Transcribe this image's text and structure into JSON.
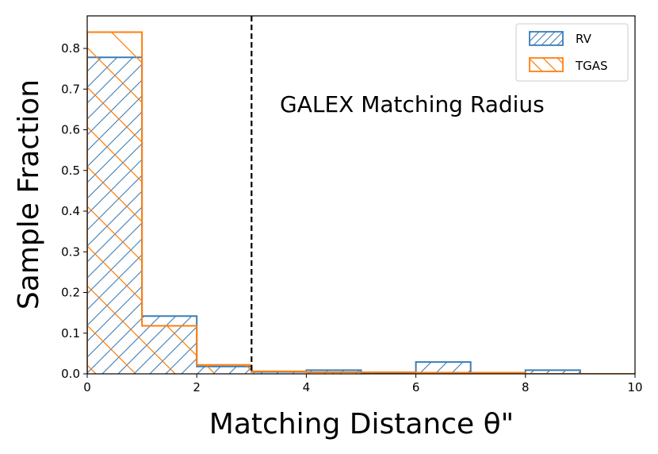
{
  "chart_data": {
    "type": "histogram",
    "xlabel": "Matching Distance θ\"",
    "ylabel": "Sample Fraction",
    "xlim": [
      0,
      10
    ],
    "ylim": [
      0,
      0.88
    ],
    "xticks": [
      "0",
      "2",
      "4",
      "6",
      "8",
      "10"
    ],
    "xtick_values": [
      0,
      2,
      4,
      6,
      8,
      10
    ],
    "yticks": [
      "0.0",
      "0.1",
      "0.2",
      "0.3",
      "0.4",
      "0.5",
      "0.6",
      "0.7",
      "0.8"
    ],
    "ytick_values": [
      0,
      0.1,
      0.2,
      0.3,
      0.4,
      0.5,
      0.6,
      0.7,
      0.8
    ],
    "bin_edges": [
      0,
      1,
      2,
      3,
      4,
      5,
      6,
      7,
      8,
      9,
      10
    ],
    "series": [
      {
        "name": "RV",
        "color": "#3a7db8",
        "hatch": "forward-diagonal",
        "values": [
          0.778,
          0.142,
          0.018,
          0.005,
          0.009,
          0.0,
          0.029,
          0.0,
          0.009,
          0.0
        ]
      },
      {
        "name": "TGAS",
        "color": "#ff7f0e",
        "hatch": "backward-diagonal",
        "values": [
          0.84,
          0.118,
          0.022,
          0.006,
          0.004,
          0.004,
          0.003,
          0.003,
          0.0,
          0.0
        ]
      }
    ],
    "vline": {
      "x": 3,
      "style": "dashed",
      "color": "#000000"
    },
    "annotation": "GALEX Matching Radius",
    "legend_position": "top-right",
    "grid": false
  }
}
